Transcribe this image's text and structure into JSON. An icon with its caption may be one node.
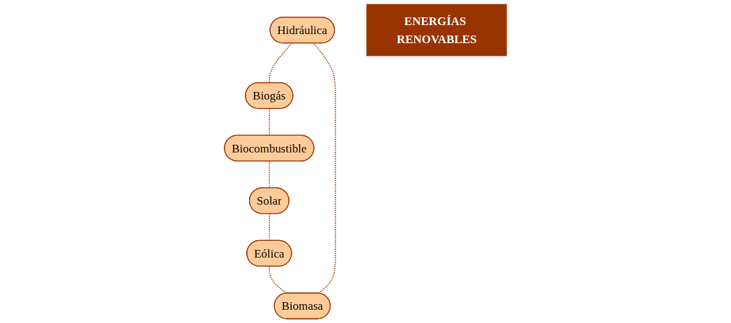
{
  "diagram": {
    "nodes": [
      {
        "text": [
          "Hidráulica"
        ]
      },
      {
        "text": [
          "Biogás"
        ]
      },
      {
        "text": [
          "ENERGÍAS RENOVABLES"
        ]
      },
      {
        "text": [
          "Biomasa"
        ]
      },
      {
        "text": [
          "Biocombustible"
        ]
      },
      {
        "text": [
          "Eólica"
        ]
      },
      {
        "text": [
          "Solar"
        ]
      }
    ],
    "edges": [
      {
        "from": 0,
        "to": 1,
        "arrow": "none",
        "style": "dashed"
      },
      {
        "from": 1,
        "to": 4,
        "arrow": "none",
        "style": "dashed"
      },
      {
        "from": 4,
        "to": 6,
        "arrow": "none",
        "style": "dashed"
      },
      {
        "from": 6,
        "to": 5,
        "arrow": "none",
        "style": "dashed"
      },
      {
        "from": 5,
        "to": 3,
        "arrow": "none",
        "style": "dashed"
      },
      {
        "from": 3,
        "to": 0,
        "arrow": "none",
        "style": "dashed"
      }
    ]
  }
}
